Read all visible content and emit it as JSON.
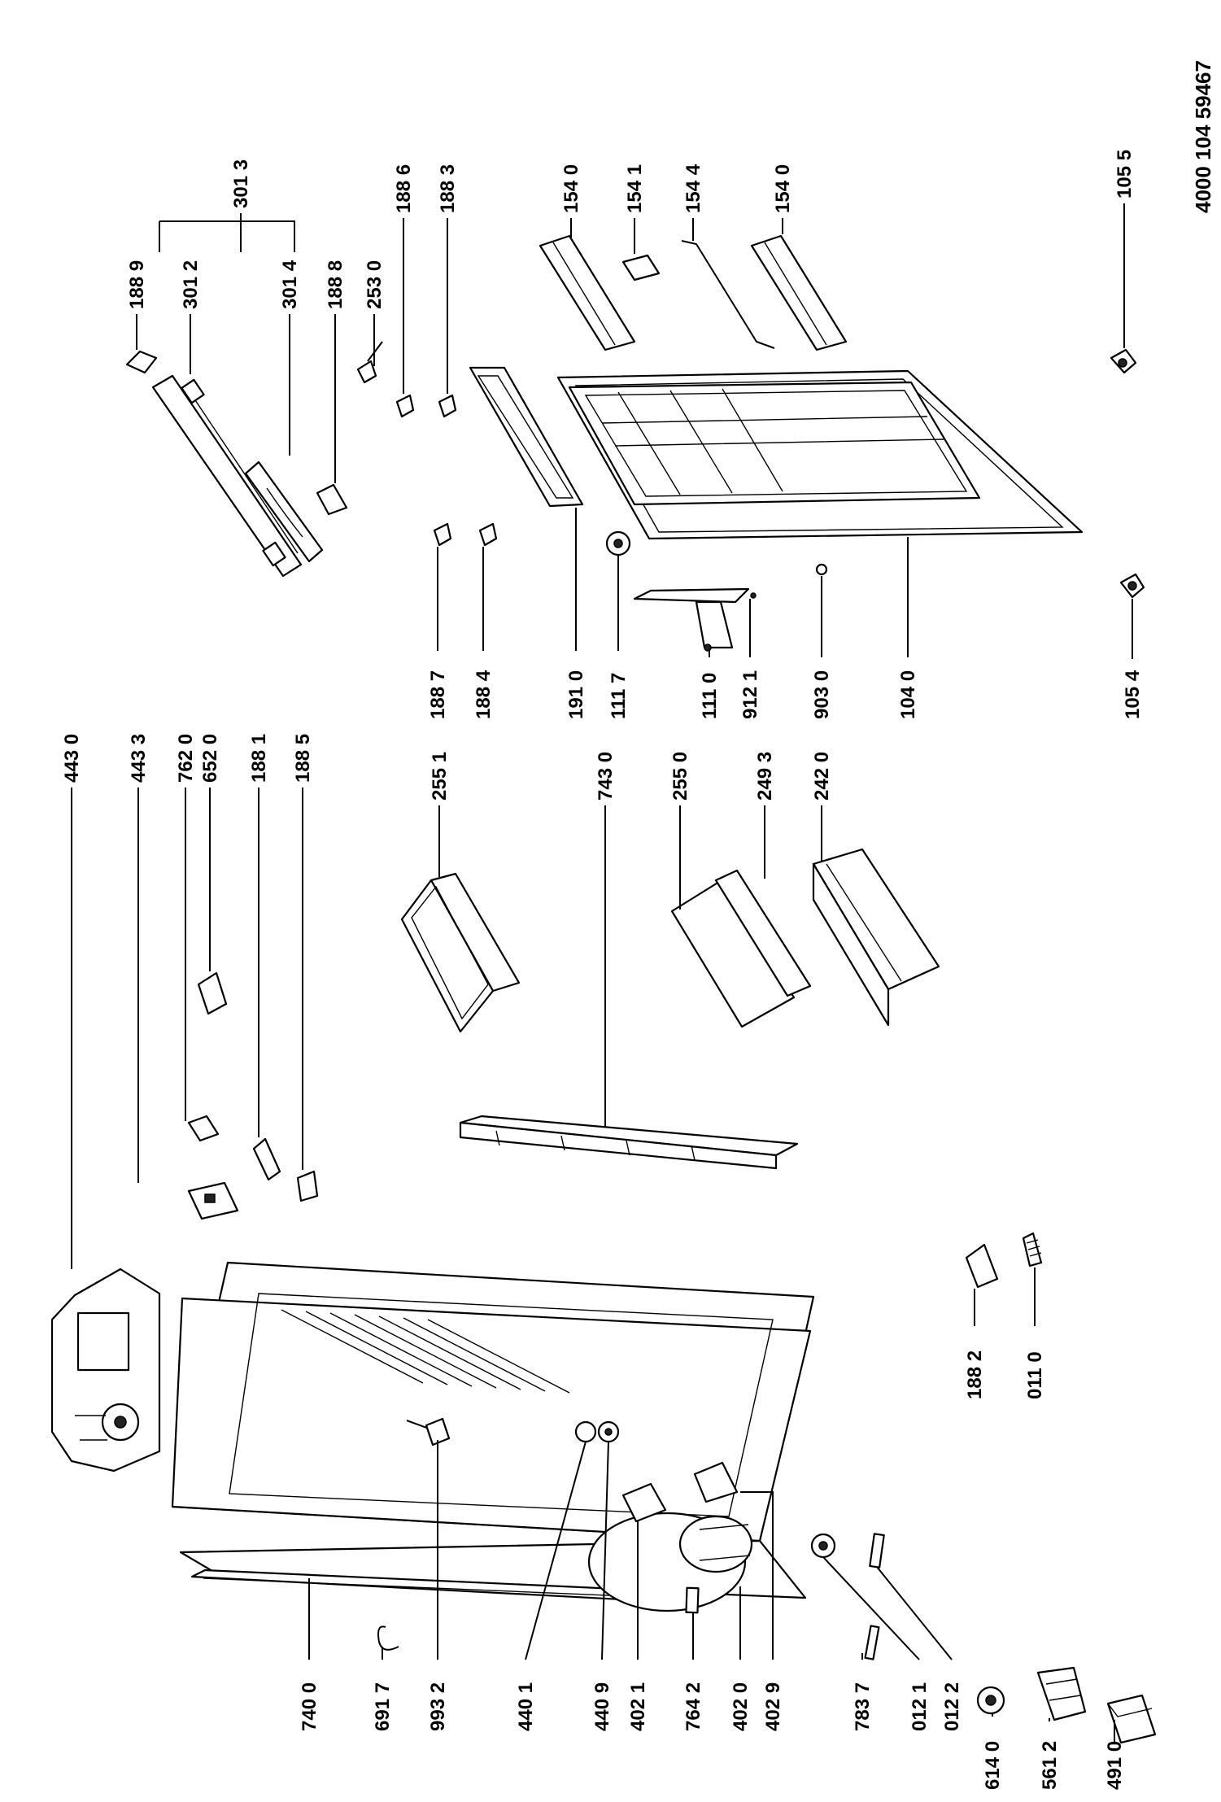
{
  "doc_number": "4000 104 59467",
  "labels": [
    {
      "id": "3013",
      "text": "301 3"
    },
    {
      "id": "1889",
      "text": "188 9"
    },
    {
      "id": "3012",
      "text": "301 2"
    },
    {
      "id": "3014",
      "text": "301 4"
    },
    {
      "id": "1888",
      "text": "188 8"
    },
    {
      "id": "2530",
      "text": "253 0"
    },
    {
      "id": "1886",
      "text": "188 6"
    },
    {
      "id": "1883",
      "text": "188 3"
    },
    {
      "id": "1540a",
      "text": "154 0"
    },
    {
      "id": "1541",
      "text": "154 1"
    },
    {
      "id": "1544",
      "text": "154 4"
    },
    {
      "id": "1540b",
      "text": "154 0"
    },
    {
      "id": "1055",
      "text": "105 5"
    },
    {
      "id": "1887",
      "text": "188 7"
    },
    {
      "id": "1884",
      "text": "188 4"
    },
    {
      "id": "1910",
      "text": "191 0"
    },
    {
      "id": "1117",
      "text": "111 7"
    },
    {
      "id": "1110",
      "text": "111 0"
    },
    {
      "id": "9121",
      "text": "912 1"
    },
    {
      "id": "9030",
      "text": "903 0"
    },
    {
      "id": "1040",
      "text": "104 0"
    },
    {
      "id": "1054",
      "text": "105 4"
    },
    {
      "id": "2551",
      "text": "255 1"
    },
    {
      "id": "7430",
      "text": "743 0"
    },
    {
      "id": "2550",
      "text": "255 0"
    },
    {
      "id": "2493",
      "text": "249 3"
    },
    {
      "id": "2420",
      "text": "242 0"
    },
    {
      "id": "4430",
      "text": "443 0"
    },
    {
      "id": "4433",
      "text": "443 3"
    },
    {
      "id": "7620",
      "text": "762 0"
    },
    {
      "id": "6520",
      "text": "652 0"
    },
    {
      "id": "1881",
      "text": "188 1"
    },
    {
      "id": "1885",
      "text": "188 5"
    },
    {
      "id": "1882",
      "text": "188 2"
    },
    {
      "id": "0110",
      "text": "011 0"
    },
    {
      "id": "7400",
      "text": "740 0"
    },
    {
      "id": "6917",
      "text": "691 7"
    },
    {
      "id": "9932",
      "text": "993 2"
    },
    {
      "id": "4401",
      "text": "440 1"
    },
    {
      "id": "4409",
      "text": "440 9"
    },
    {
      "id": "4021",
      "text": "402 1"
    },
    {
      "id": "7642",
      "text": "764 2"
    },
    {
      "id": "4020",
      "text": "402 0"
    },
    {
      "id": "4029",
      "text": "402 9"
    },
    {
      "id": "7837",
      "text": "783 7"
    },
    {
      "id": "0121",
      "text": "012 1"
    },
    {
      "id": "0122",
      "text": "012 2"
    },
    {
      "id": "6140",
      "text": "614 0"
    },
    {
      "id": "5612",
      "text": "561 2"
    },
    {
      "id": "4910",
      "text": "491 0"
    }
  ]
}
